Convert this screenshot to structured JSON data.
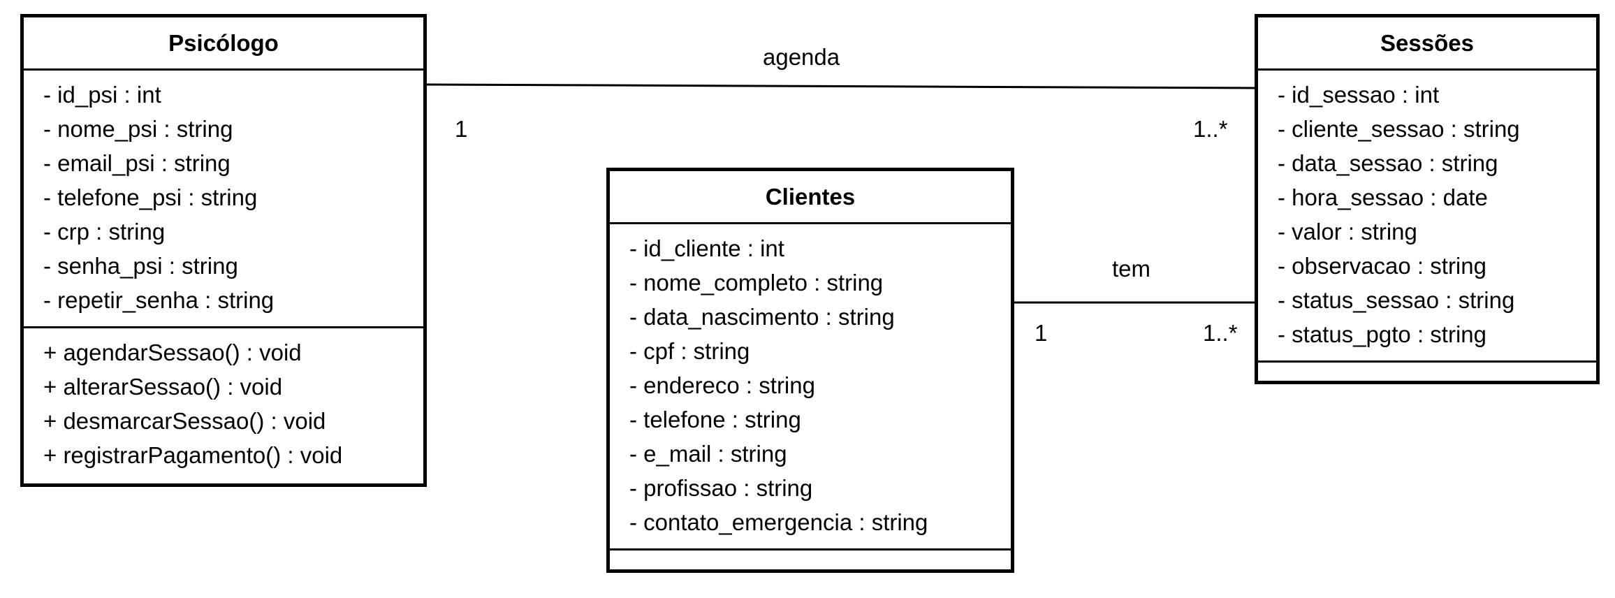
{
  "diagram": {
    "classes": {
      "psicologo": {
        "name": "Psicólogo",
        "attributes": [
          "- id_psi : int",
          "- nome_psi : string",
          "- email_psi : string",
          "- telefone_psi : string",
          "- crp : string",
          "- senha_psi : string",
          "- repetir_senha : string"
        ],
        "operations": [
          "+ agendarSessao() : void",
          "+ alterarSessao() : void",
          "+ desmarcarSessao() : void",
          "+ registrarPagamento() : void"
        ]
      },
      "sessoes": {
        "name": "Sessões",
        "attributes": [
          "- id_sessao : int",
          "- cliente_sessao : string",
          "- data_sessao : string",
          "- hora_sessao : date",
          "- valor : string",
          "- observacao : string",
          "- status_sessao : string",
          "- status_pgto : string"
        ],
        "operations": []
      },
      "clientes": {
        "name": "Clientes",
        "attributes": [
          "- id_cliente : int",
          "- nome_completo : string",
          "- data_nascimento : string",
          "- cpf : string",
          "- endereco : string",
          "- telefone : string",
          "- e_mail : string",
          "- profissao : string",
          "- contato_emergencia : string"
        ],
        "operations": []
      }
    },
    "associations": {
      "agenda": {
        "label": "agenda",
        "source": "Psicólogo",
        "target": "Sessões",
        "source_multiplicity": "1",
        "target_multiplicity": "1..*"
      },
      "tem": {
        "label": "tem",
        "source": "Clientes",
        "target": "Sessões",
        "source_multiplicity": "1",
        "target_multiplicity": "1..*"
      }
    }
  }
}
